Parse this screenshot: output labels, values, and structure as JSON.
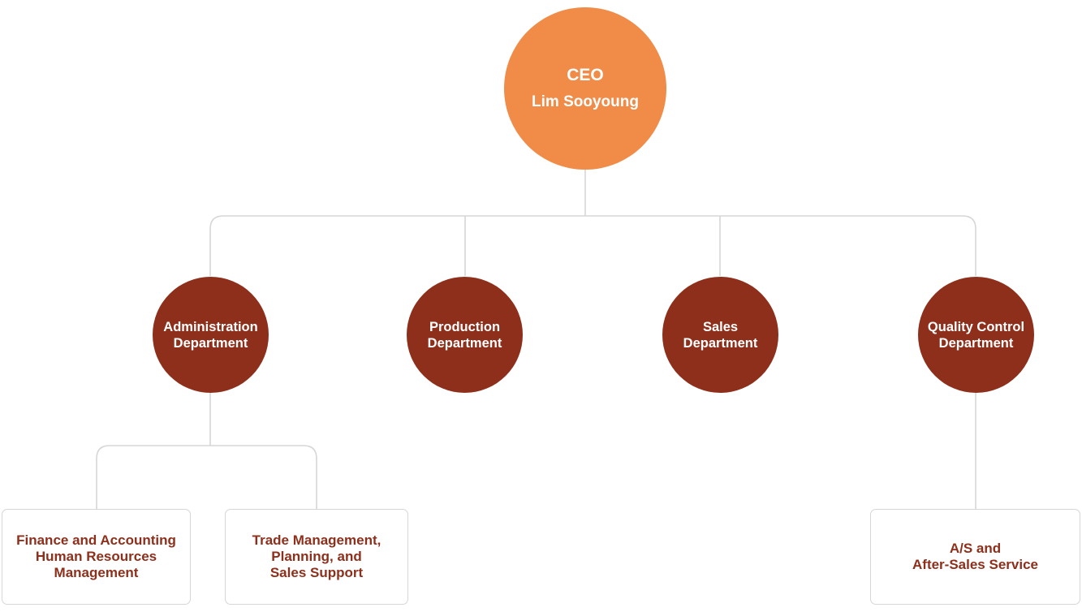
{
  "colors": {
    "ceo_fill": "#f08c48",
    "department_fill": "#8e2f1b",
    "box_text": "#8e2f1b",
    "connector": "#d6d6d6"
  },
  "ceo": {
    "title": "CEO",
    "name": "Lim Sooyoung"
  },
  "departments": [
    {
      "lines": [
        "Administration",
        "Department"
      ]
    },
    {
      "lines": [
        "Production",
        "Department"
      ]
    },
    {
      "lines": [
        "Sales",
        "Department"
      ]
    },
    {
      "lines": [
        "Quality Control",
        "Department"
      ]
    }
  ],
  "teams": [
    {
      "parent": "Administration Department",
      "lines": [
        "Finance and Accounting",
        "Human Resources",
        "Management"
      ]
    },
    {
      "parent": "Administration Department",
      "lines": [
        "Trade Management,",
        "Planning, and",
        "Sales Support"
      ]
    },
    {
      "parent": "Quality Control Department",
      "lines": [
        "A/S and",
        "After-Sales Service"
      ]
    }
  ]
}
